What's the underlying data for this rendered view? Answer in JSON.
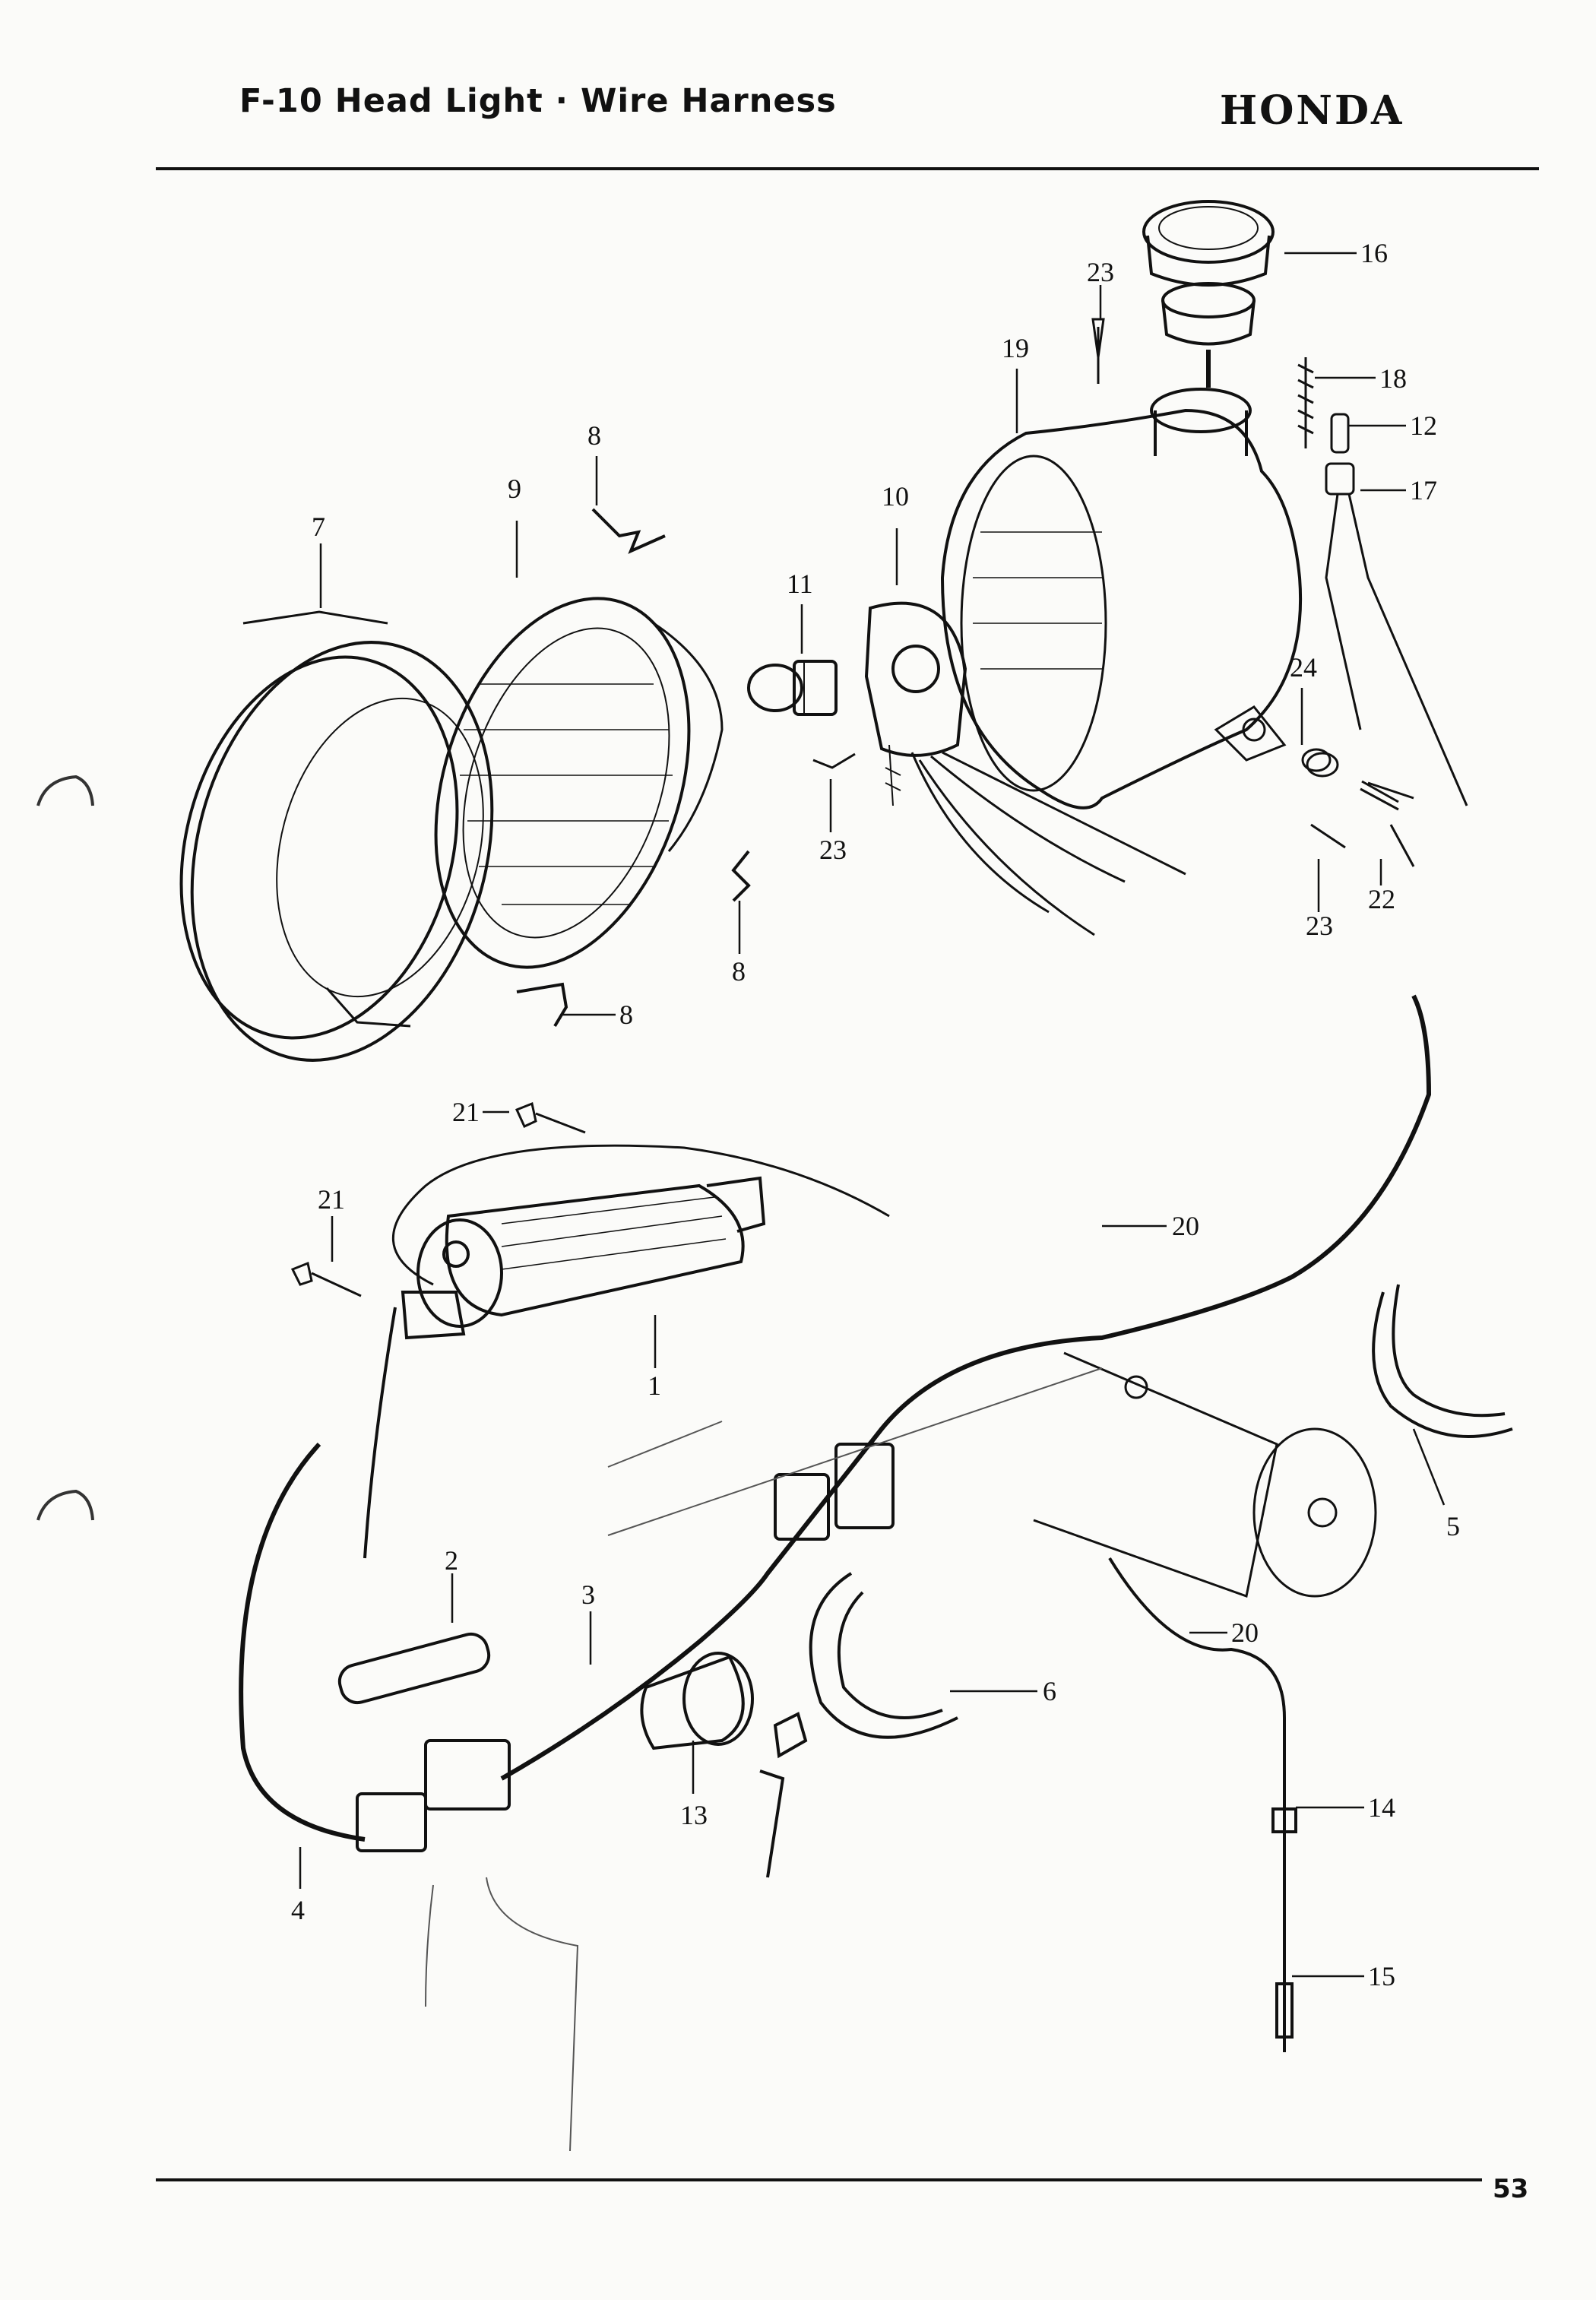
{
  "header": {
    "title": "F-10  Head Light · Wire Harness",
    "brand": "HONDA"
  },
  "footer": {
    "page_number": "53"
  },
  "callouts": [
    "1",
    "2",
    "3",
    "4",
    "5",
    "6",
    "7",
    "8",
    "9",
    "10",
    "11",
    "12",
    "13",
    "14",
    "15",
    "16",
    "17",
    "18",
    "19",
    "20",
    "21",
    "22",
    "23",
    "24"
  ]
}
